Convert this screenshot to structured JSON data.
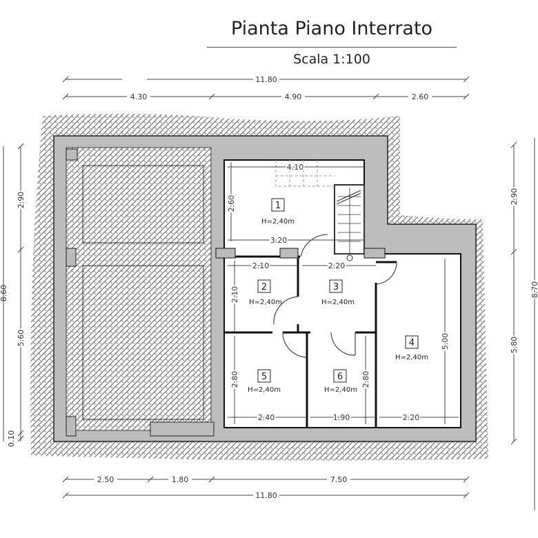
{
  "title": "Pianta Piano Interrato",
  "scale": "Scala 1:100",
  "dimensions": {
    "top_total": "11.80",
    "top_segments": [
      "4.30",
      "4.90",
      "2.60"
    ],
    "bottom_segments": [
      "2.50",
      "1.80",
      "7.50"
    ],
    "bottom_total": "11.80",
    "left_total": "8.60",
    "left_segments": [
      "2.90",
      "5.60",
      "0.10"
    ],
    "right_segments": [
      "2.90",
      "5.80"
    ],
    "right_total": "8.70",
    "interior": {
      "r1_width": "4.10",
      "r1_height": "2.60",
      "r1_lower": "3.20",
      "r2_width": "2.10",
      "r3_width": "2.20",
      "r2_height": "2.10",
      "r4_height": "5.00",
      "r5_height": "2.80",
      "r6_height": "2.80",
      "r5_width": "2.40",
      "r6_width": "1.90",
      "r4_width": "2.20"
    }
  },
  "rooms": [
    {
      "number": "1",
      "height": "H=2,40m"
    },
    {
      "number": "2",
      "height": "H=2,40m"
    },
    {
      "number": "3",
      "height": "H=2,40m"
    },
    {
      "number": "4",
      "height": "H=2,40m"
    },
    {
      "number": "5",
      "height": "H=2,40m"
    },
    {
      "number": "6",
      "height": "H=2,40m"
    }
  ]
}
